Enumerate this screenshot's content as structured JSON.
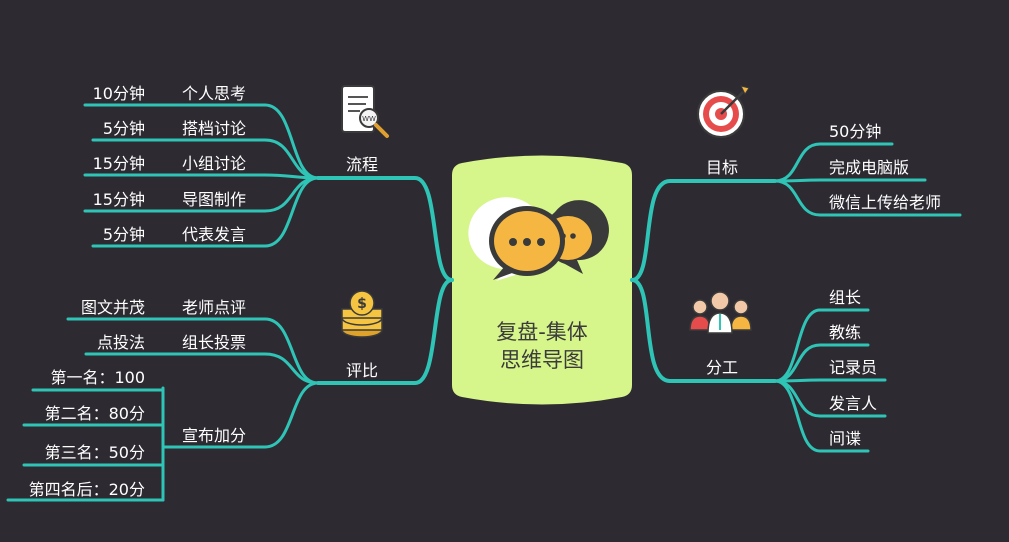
{
  "center": {
    "line1": "复盘-集体",
    "line2": "思维导图"
  },
  "branches": {
    "process": {
      "label": "流程",
      "icon": "document-search-icon",
      "items": [
        {
          "time": "10分钟",
          "label": "个人思考"
        },
        {
          "time": "5分钟",
          "label": "搭档讨论"
        },
        {
          "time": "15分钟",
          "label": "小组讨论"
        },
        {
          "time": "15分钟",
          "label": "导图制作"
        },
        {
          "time": "5分钟",
          "label": "代表发言"
        }
      ]
    },
    "evaluation": {
      "label": "评比",
      "icon": "coins-icon",
      "items": [
        {
          "label": "老师点评",
          "detail": "图文并茂"
        },
        {
          "label": "组长投票",
          "detail": "点投法"
        },
        {
          "label": "宣布加分",
          "details": [
            "第一名：100",
            "第二名：80分",
            "第三名：50分",
            "第四名后：20分"
          ]
        }
      ]
    },
    "goal": {
      "label": "目标",
      "icon": "target-icon",
      "items": [
        "50分钟",
        "完成电脑版",
        "微信上传给老师"
      ]
    },
    "division": {
      "label": "分工",
      "icon": "team-icon",
      "items": [
        "组长",
        "教练",
        "记录员",
        "发言人",
        "间谍"
      ]
    }
  },
  "colors": {
    "background": "#2e2a32",
    "line": "#2ec4b6",
    "center_fill": "#d6f58a",
    "text": "#ffffff"
  }
}
